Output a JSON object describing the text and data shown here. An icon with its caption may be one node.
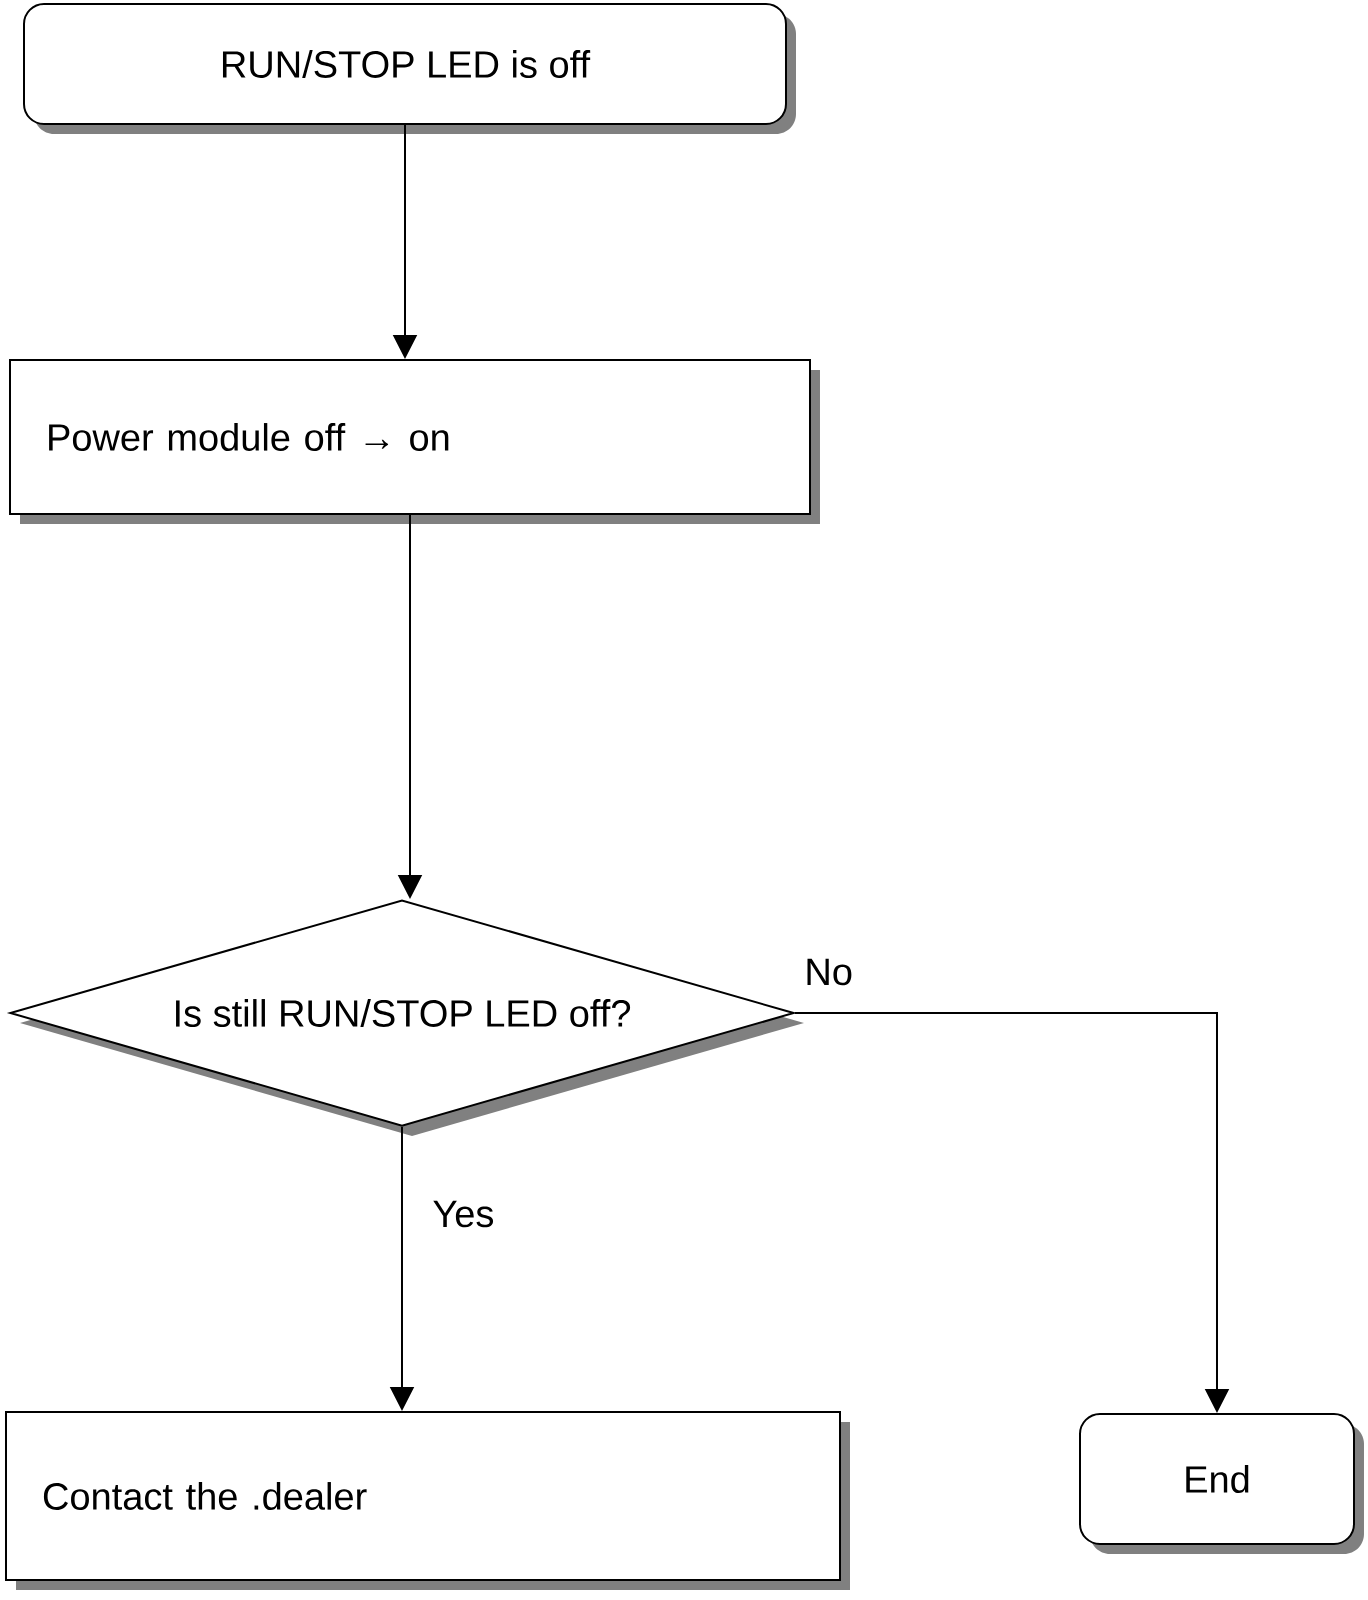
{
  "diagram": {
    "nodes": [
      {
        "text": [
          "RUN/STOP LED is off"
        ]
      },
      {
        "text": [
          "Power module off → on"
        ]
      },
      {
        "text": [
          "Is still RUN/STOP LED off?"
        ]
      },
      {
        "text": [
          "Contact the .dealer"
        ]
      },
      {
        "text": [
          "End"
        ]
      }
    ],
    "edges": [
      {
        "from": 0,
        "to": 1,
        "arrow": "to"
      },
      {
        "from": 1,
        "to": 2,
        "arrow": "to"
      },
      {
        "from": 2,
        "to": 3,
        "arrow": "to",
        "label": "Yes"
      },
      {
        "from": 2,
        "to": 4,
        "arrow": "to",
        "label": "No"
      }
    ]
  }
}
